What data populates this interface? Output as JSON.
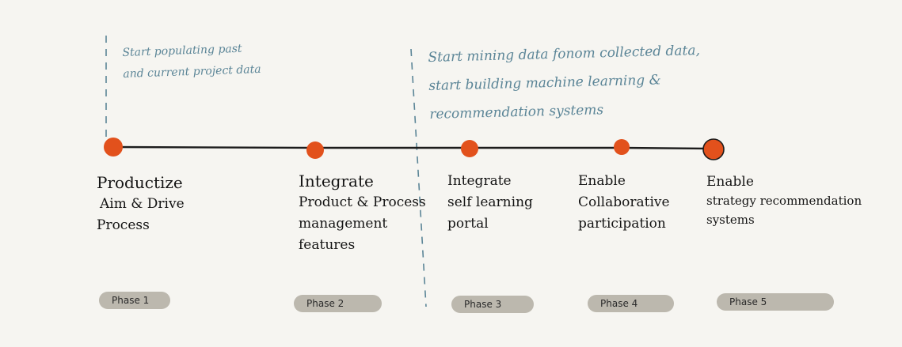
{
  "annotations": [
    {
      "lines": [
        "Start populating past",
        "and current project data"
      ]
    },
    {
      "lines": [
        "Start mining data fonom collected data,",
        "start building machine learning &",
        "recommendation systems"
      ]
    }
  ],
  "stages": [
    {
      "lines": [
        "Productize",
        "Aim & Drive",
        "Process"
      ],
      "phase": "Phase 1"
    },
    {
      "lines": [
        "Integrate",
        "Product & Process",
        "management",
        "features"
      ],
      "phase": "Phase 2"
    },
    {
      "lines": [
        "Integrate",
        "self learning",
        "portal"
      ],
      "phase": "Phase 3"
    },
    {
      "lines": [
        "Enable",
        "Collaborative",
        "participation"
      ],
      "phase": "Phase 4"
    },
    {
      "lines": [
        "Enable",
        "strategy recommendation",
        "systems"
      ],
      "phase": "Phase 5"
    }
  ],
  "colors": {
    "node": "#e2511c",
    "line": "#1c1c1c",
    "annotation": "#5b8597",
    "pill": "#bcb8ae"
  }
}
